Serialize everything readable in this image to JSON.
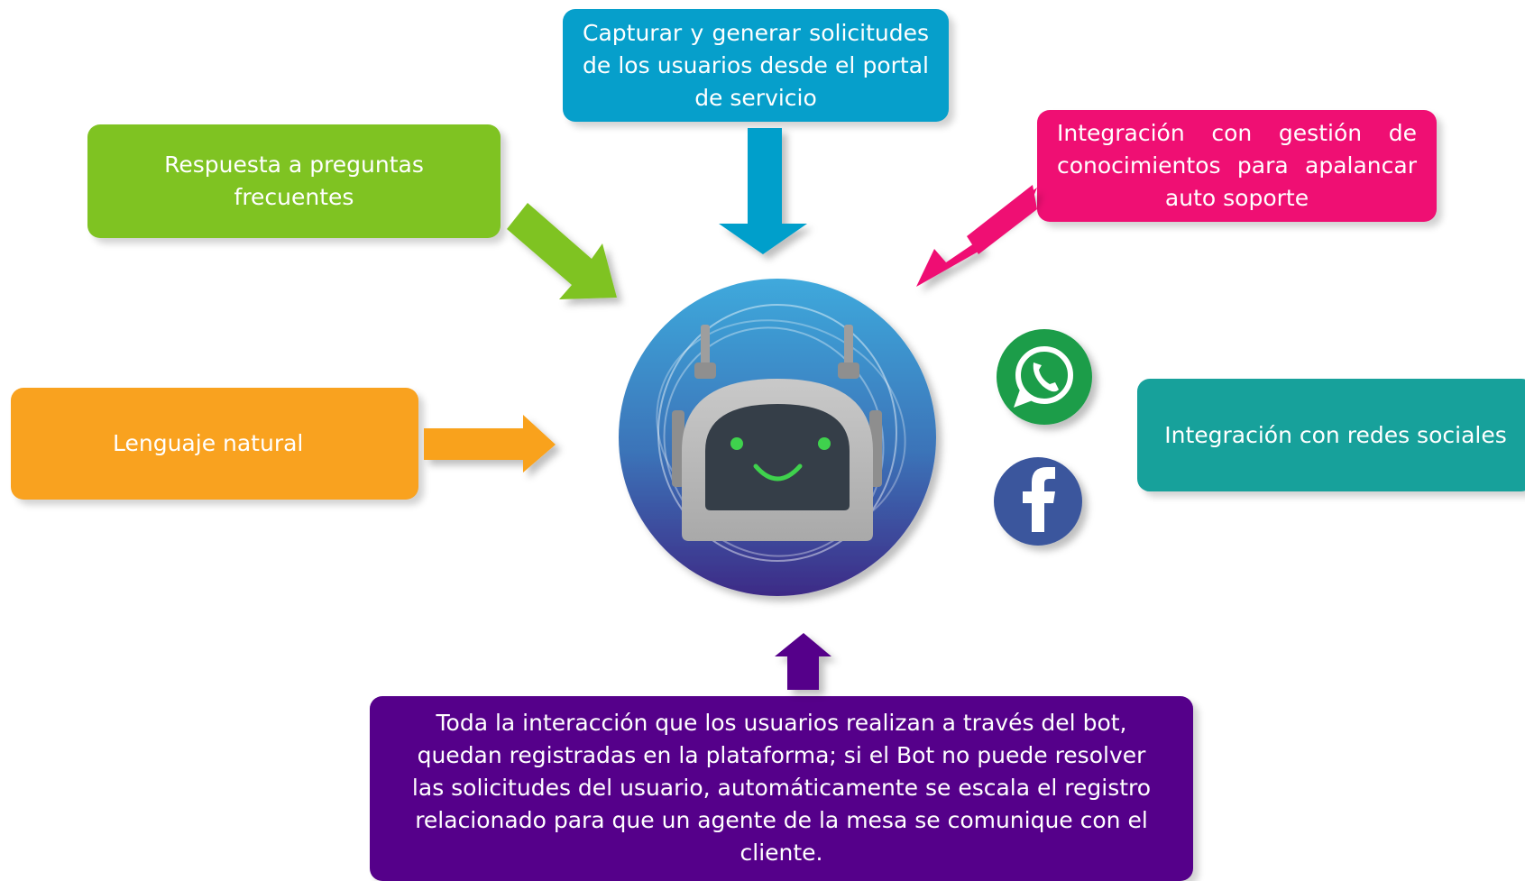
{
  "boxes": {
    "top": "Capturar y generar solicitudes de los usuarios desde el portal de servicio",
    "faq": "Respuesta a preguntas\nfrecuentes",
    "knowledge": "Integración con gestión de conocimientos para apalancar auto soporte",
    "natural_language": "Lenguaje natural",
    "social": "Integración con redes sociales",
    "log": "Toda la interacción que los usuarios realizan a través del bot, quedan registradas en la plataforma; si  el Bot no puede resolver las solicitudes del usuario, automáticamente se escala el registro relacionado para que un agente de la mesa se comunique con el cliente."
  },
  "icons": {
    "center": "robot-icon",
    "whatsapp": "whatsapp-icon",
    "facebook": "facebook-icon"
  },
  "colors": {
    "top": "#069fcb",
    "faq": "#7fc322",
    "knowledge": "#ef0f73",
    "natural_language": "#f9a21f",
    "social": "#17a19b",
    "log": "#55008a"
  }
}
